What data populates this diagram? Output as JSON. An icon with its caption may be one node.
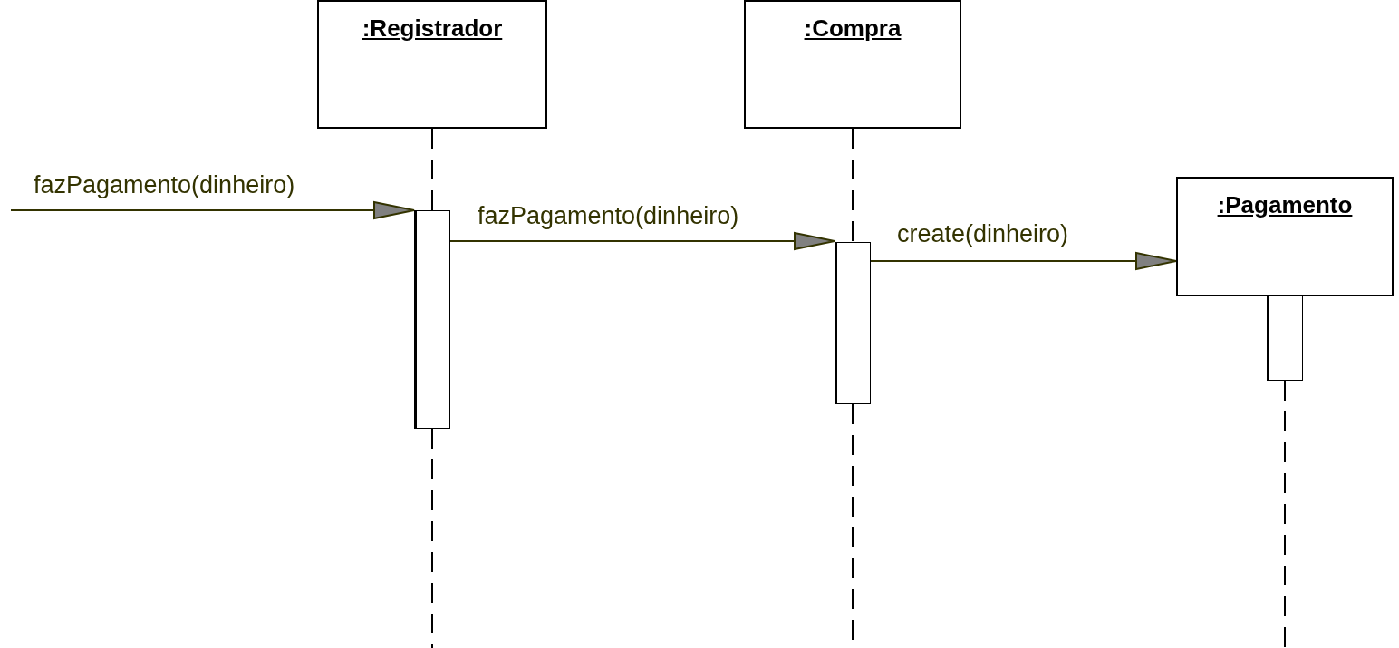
{
  "diagram": {
    "nodes": [
      {
        "text": [
          ":Registrador"
        ]
      },
      {
        "text": [
          ":Compra"
        ]
      },
      {
        "text": [
          ":Pagamento"
        ]
      },
      {
        "text": [],
        "shape": "bar"
      },
      {
        "text": [],
        "shape": "bar"
      },
      {
        "text": [],
        "shape": "bar"
      }
    ],
    "edges": [
      {
        "from": null,
        "to": 3,
        "arrow": "to",
        "label": "fazPagamento(dinheiro)"
      },
      {
        "from": 3,
        "to": 4,
        "arrow": "to",
        "label": "fazPagamento(dinheiro)"
      },
      {
        "from": 4,
        "to": 2,
        "arrow": "to",
        "label": "create(dinheiro)"
      },
      {
        "from": 0,
        "to": 3,
        "arrow": "none",
        "style": "dashed"
      },
      {
        "from": 1,
        "to": 4,
        "arrow": "none",
        "style": "dashed"
      }
    ]
  }
}
